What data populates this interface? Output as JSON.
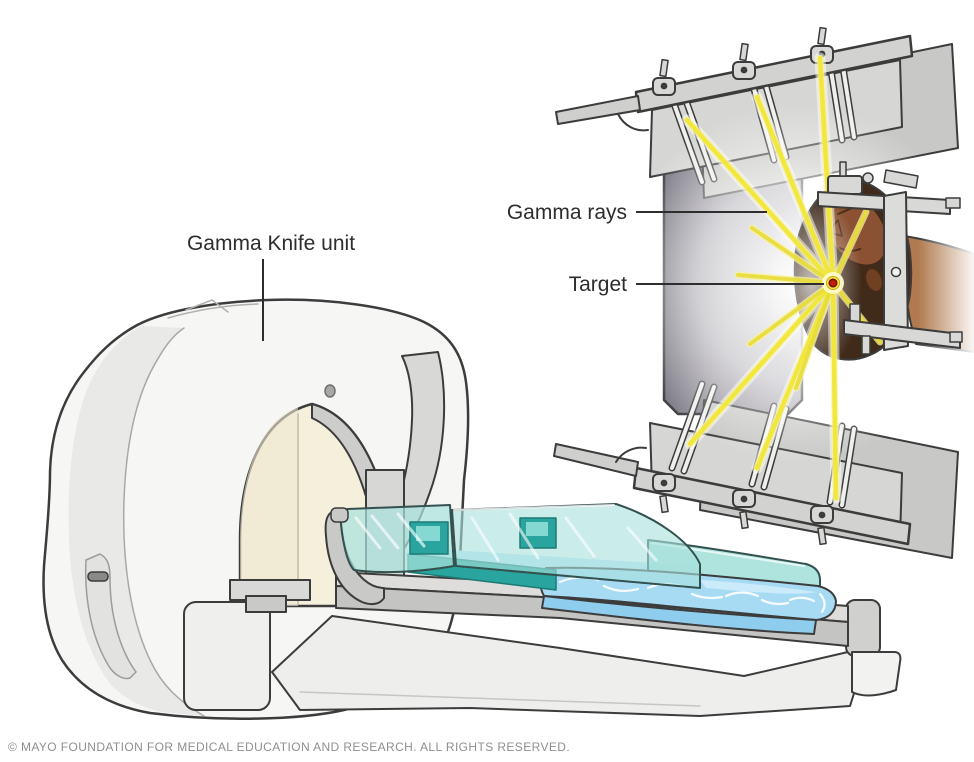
{
  "figure": {
    "machine_label": "Gamma Knife unit",
    "rays_label": "Gamma rays",
    "target_label": "Target"
  },
  "footer": {
    "copyright": "© MAYO FOUNDATION FOR MEDICAL EDUCATION AND RESEARCH. ALL RIGHTS RESERVED."
  },
  "colors": {
    "ray_yellow": "#f1e73b",
    "target_red": "#c02000",
    "couch_teal": "#2aa49e",
    "mattress_blue": "#a7dbf4",
    "machine_body": "#f6f6f4",
    "bore_cream": "#f5f0dc",
    "collimator_gray": "#d2d2d0",
    "panel_gray": "#8e8c96",
    "skin_brown": "#8a5232",
    "hair_brown": "#402a1a",
    "label_text": "#2d2d2d",
    "copyright_text": "#8f8f8f"
  }
}
